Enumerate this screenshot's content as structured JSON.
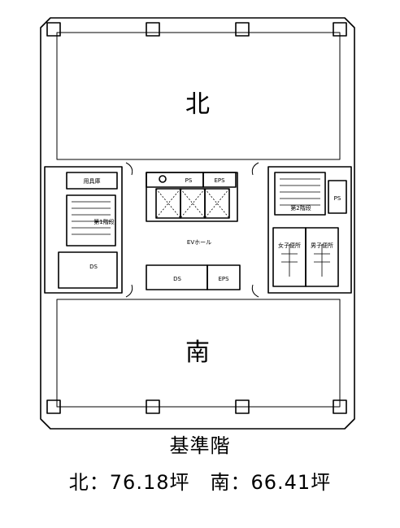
{
  "plan": {
    "north_label": "北",
    "south_label": "南",
    "ev_hall_label": "EVホール",
    "room_labels": {
      "ps_top": "PS",
      "eps_top": "EPS",
      "ps_bottom": "DS",
      "eps_bottom": "EPS",
      "ds_left": "DS",
      "storage": "用具庫",
      "stair_left": "第1階段",
      "stair_right": "第2階段",
      "ladies": "女子便所",
      "mens": "男子便所",
      "ps_right": "PS"
    }
  },
  "caption": {
    "floor_title": "基準階",
    "area_summary": "北：76.18坪　南：66.41坪"
  }
}
